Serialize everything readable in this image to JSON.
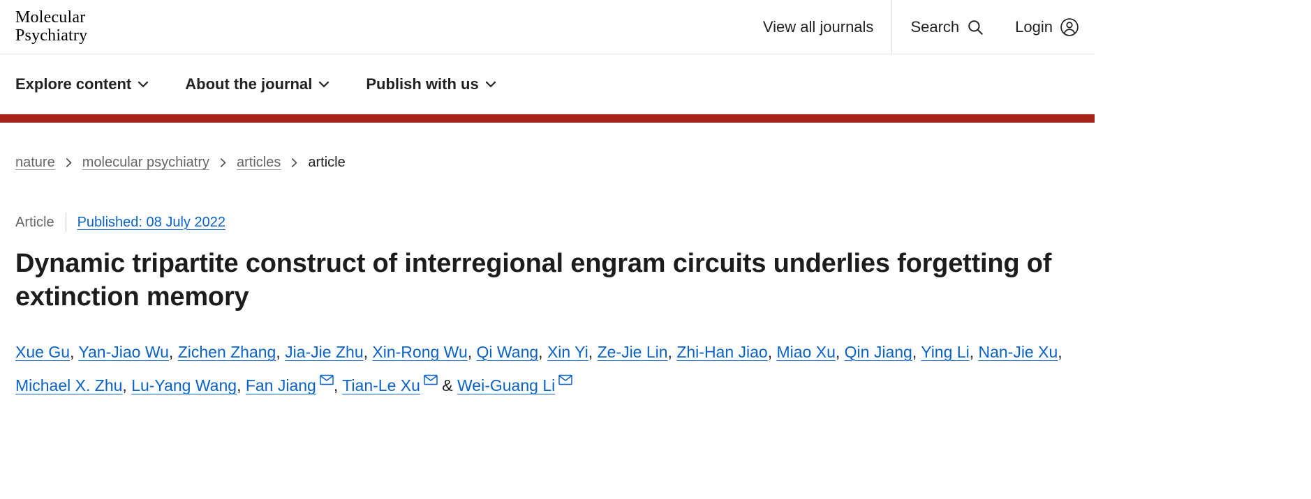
{
  "header": {
    "logo_line1": "Molecular",
    "logo_line2": "Psychiatry",
    "view_all_journals": "View all journals",
    "search_label": "Search",
    "login_label": "Login"
  },
  "nav": {
    "items": [
      {
        "label": "Explore content"
      },
      {
        "label": "About the journal"
      },
      {
        "label": "Publish with us"
      }
    ]
  },
  "breadcrumb": {
    "items": [
      {
        "label": "nature",
        "current": false
      },
      {
        "label": "molecular psychiatry",
        "current": false
      },
      {
        "label": "articles",
        "current": false
      },
      {
        "label": "article",
        "current": true
      }
    ]
  },
  "article": {
    "type_label": "Article",
    "published": "Published: 08 July 2022",
    "title": "Dynamic tripartite construct of interregional engram circuits underlies forgetting of extinction memory",
    "authors": [
      {
        "name": "Xue Gu"
      },
      {
        "name": "Yan-Jiao Wu"
      },
      {
        "name": "Zichen Zhang"
      },
      {
        "name": "Jia-Jie Zhu"
      },
      {
        "name": "Xin-Rong Wu"
      },
      {
        "name": "Qi Wang"
      },
      {
        "name": "Xin Yi"
      },
      {
        "name": "Ze-Jie Lin"
      },
      {
        "name": "Zhi-Han Jiao"
      },
      {
        "name": "Miao Xu"
      },
      {
        "name": "Qin Jiang"
      },
      {
        "name": "Ying Li"
      },
      {
        "name": "Nan-Jie Xu"
      },
      {
        "name": "Michael X. Zhu"
      },
      {
        "name": "Lu-Yang Wang"
      },
      {
        "name": "Fan Jiang",
        "email": true
      },
      {
        "name": "Tian-Le Xu",
        "email": true
      },
      {
        "name": "Wei-Guang Li",
        "email": true
      }
    ]
  },
  "colors": {
    "accent_red": "#a42318",
    "link_blue": "#0a62c9"
  }
}
